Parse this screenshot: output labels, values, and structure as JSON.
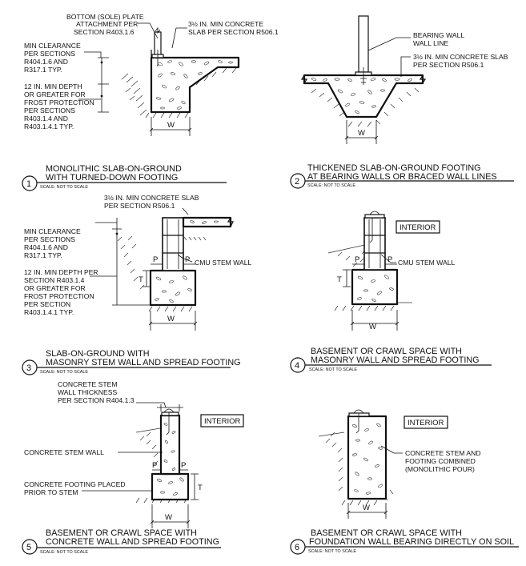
{
  "details": [
    {
      "number": "1",
      "title_line1": "MONOLITHIC SLAB-ON-GROUND",
      "title_line2": "WITH TURNED-DOWN FOOTING",
      "scale": "SCALE: NOT TO SCALE",
      "labels": {
        "bottom_plate": [
          "BOTTOM (SOLE) PLATE",
          "ATTACHMENT PER",
          "SECTION R403.1.6"
        ],
        "slab": [
          "3½ IN. MIN CONCRETE",
          "SLAB PER SECTION R506.1"
        ],
        "clearance": [
          "MIN CLEARANCE",
          "PER SECTIONS",
          "R404.1.6 AND",
          "R317.1 TYP."
        ],
        "depth": [
          "12 IN. MIN DEPTH",
          "OR GREATER FOR",
          "FROST PROTECTION",
          "PER SECTIONS",
          "R403.1.4 AND",
          "R403.1.4.1 TYP."
        ]
      },
      "dim_w": "W"
    },
    {
      "number": "2",
      "title_line1": "THICKENED SLAB-ON-GROUND FOOTING",
      "title_line2": "AT BEARING WALLS OR BRACED WALL LINES",
      "scale": "SCALE: NOT TO SCALE",
      "labels": {
        "bearing_wall": [
          "BEARING WALL",
          "WALL LINE"
        ],
        "slab": [
          "3½ IN. MIN CONCRETE SLAB",
          "PER SECTION R506.1"
        ]
      },
      "dim_w": "W"
    },
    {
      "number": "3",
      "title_line1": "SLAB-ON-GROUND WITH",
      "title_line2": "MASONRY STEM WALL AND SPREAD FOOTING",
      "scale": "SCALE: NOT TO SCALE",
      "labels": {
        "slab": [
          "3½ IN. MIN CONCRETE SLAB",
          "PER SECTION R506.1"
        ],
        "clearance": [
          "MIN CLEARANCE",
          "PER SECTIONS",
          "R404.1.6 AND",
          "R317.1 TYP."
        ],
        "depth": [
          "12 IN. MIN DEPTH PER",
          "SECTION R403.1.4",
          "OR GREATER FOR",
          "FROST PROTECTION",
          "PER SECTION",
          "R403.1.4.1 TYP."
        ],
        "cmu": "CMU STEM WALL"
      },
      "dim_w": "W",
      "dim_p": "P",
      "dim_t": "T"
    },
    {
      "number": "4",
      "title_line1": "BASEMENT OR CRAWL SPACE WITH",
      "title_line2": "MASONRY WALL AND SPREAD FOOTING",
      "scale": "SCALE: NOT TO SCALE",
      "labels": {
        "interior": "INTERIOR",
        "cmu": "CMU STEM WALL"
      },
      "dim_w": "W",
      "dim_p": "P",
      "dim_t": "T"
    },
    {
      "number": "5",
      "title_line1": "BASEMENT OR CRAWL SPACE WITH",
      "title_line2": "CONCRETE WALL AND SPREAD FOOTING",
      "scale": "SCALE: NOT TO SCALE",
      "labels": {
        "stem_thickness": [
          "CONCRETE STEM",
          "WALL THICKNESS",
          "PER SECTION R404.1.3"
        ],
        "interior": "INTERIOR",
        "stem_wall": "CONCRETE STEM WALL",
        "footing": [
          "CONCRETE FOOTING PLACED",
          "PRIOR TO STEM"
        ]
      },
      "dim_w": "W",
      "dim_p": "P",
      "dim_t": "T"
    },
    {
      "number": "6",
      "title_line1": "BASEMENT OR CRAWL SPACE WITH",
      "title_line2": "FOUNDATION WALL BEARING DIRECTLY ON SOIL",
      "scale": "SCALE: NOT TO SCALE",
      "labels": {
        "interior": "INTERIOR",
        "combined": [
          "CONCRETE STEM AND",
          "FOOTING COMBINED",
          "(MONOLITHIC POUR)"
        ]
      },
      "dim_w": "W"
    }
  ]
}
